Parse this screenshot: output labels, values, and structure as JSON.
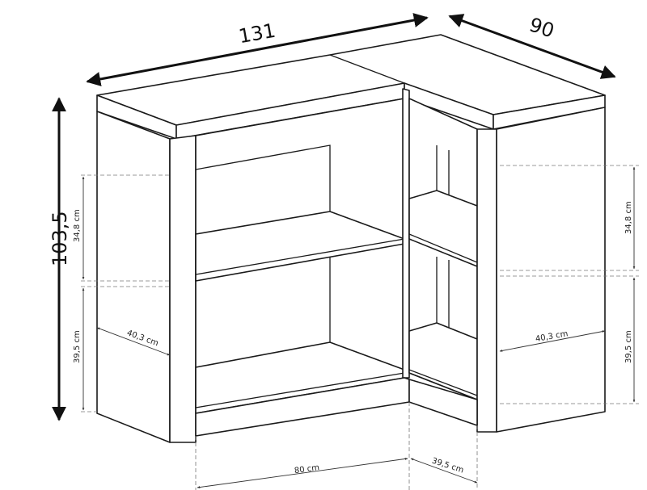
{
  "dimensions": {
    "width_total": "131",
    "depth_total": "90",
    "height_total": "103,5",
    "left_upper": "34,8 cm",
    "left_lower": "39,5 cm",
    "left_depth": "40,3 cm",
    "right_upper": "34,8 cm",
    "right_lower": "39,5 cm",
    "right_depth": "40,3 cm",
    "front_width": "80 cm",
    "side_width": "39,5 cm"
  },
  "colors": {
    "outline": "#1a1a1a",
    "background": "#ffffff"
  }
}
